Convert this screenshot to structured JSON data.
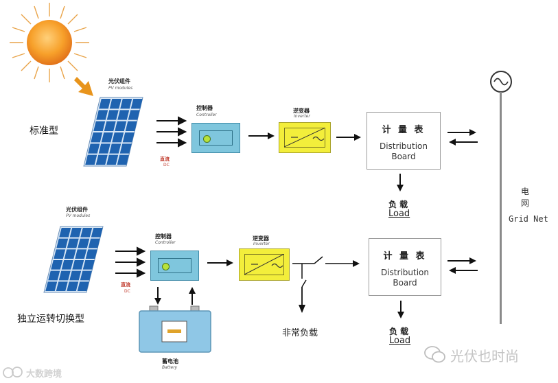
{
  "standard": {
    "side_label": "标准型",
    "pv_cn": "光伏组件",
    "pv_en": "PV modules",
    "dc_cn": "直流",
    "dc_en": "DC",
    "controller_cn": "控制器",
    "controller_en": "Controller",
    "inverter_cn": "逆变器",
    "inverter_en": "Inverter",
    "meter_cn": "计 量 表",
    "meter_en1": "Distribution",
    "meter_en2": "Board",
    "load_cn": "负 载",
    "load_en": "Load"
  },
  "standalone": {
    "side_label": "独立运转切换型",
    "pv_cn": "光伏组件",
    "pv_en": "PV modules",
    "dc_cn": "直流",
    "dc_en": "DC",
    "controller_cn": "控制器",
    "controller_en": "Controller",
    "inverter_cn": "逆变器",
    "inverter_en": "Inverter",
    "meter_cn": "计 量 表",
    "meter_en1": "Distribution",
    "meter_en2": "Board",
    "load_cn": "负 载",
    "load_en": "Load",
    "battery_cn": "蓄电池",
    "battery_en": "Battery",
    "emergency_load": "非常负载"
  },
  "grid": {
    "cn1": "电",
    "cn2": "网",
    "en": "Grid Net"
  },
  "watermark_left": "大数跨境",
  "watermark_right": "光伏也时尚",
  "colors": {
    "sun": "#f39a1e",
    "panel": "#1f63b0",
    "controller": "#7fc6dd",
    "inverter": "#f3ee3b",
    "led": "#b8e23c"
  }
}
